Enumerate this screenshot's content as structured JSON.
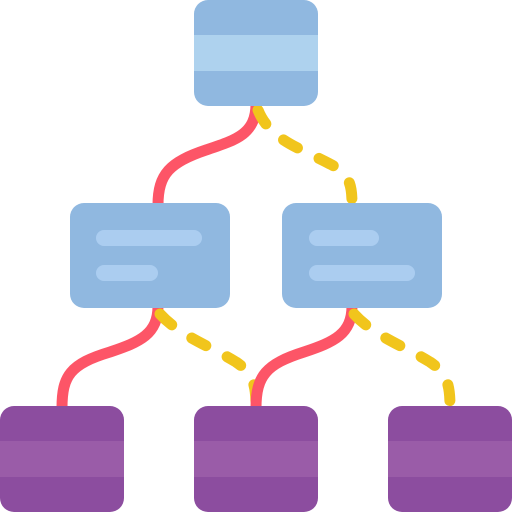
{
  "icon": {
    "name": "hierarchy-flowchart-icon",
    "colors": {
      "background": "#ffffff",
      "blue_box": "#90b8e0",
      "blue_band": "#aed2ee",
      "blue_line": "#abcdf0",
      "purple_box": "#8c4d9f",
      "purple_band": "#9a5ca8",
      "solid_connector": "#fd5567",
      "dashed_connector": "#f1c51c"
    }
  },
  "nodes": [
    {
      "id": "root",
      "kind": "header-band-box",
      "color": "blue"
    },
    {
      "id": "mid-left",
      "kind": "text-lines-box",
      "color": "blue"
    },
    {
      "id": "mid-right",
      "kind": "text-lines-box",
      "color": "blue"
    },
    {
      "id": "leaf-1",
      "kind": "band-box",
      "color": "purple"
    },
    {
      "id": "leaf-2",
      "kind": "band-box",
      "color": "purple"
    },
    {
      "id": "leaf-3",
      "kind": "band-box",
      "color": "purple"
    }
  ],
  "connectors": [
    {
      "from": "root",
      "to": "mid-left",
      "style": "solid"
    },
    {
      "from": "root",
      "to": "mid-right",
      "style": "dashed"
    },
    {
      "from": "mid-left",
      "to": "leaf-1",
      "style": "solid"
    },
    {
      "from": "mid-left",
      "to": "leaf-2",
      "style": "dashed"
    },
    {
      "from": "mid-right",
      "to": "leaf-2",
      "style": "solid"
    },
    {
      "from": "mid-right",
      "to": "leaf-3",
      "style": "dashed"
    }
  ]
}
